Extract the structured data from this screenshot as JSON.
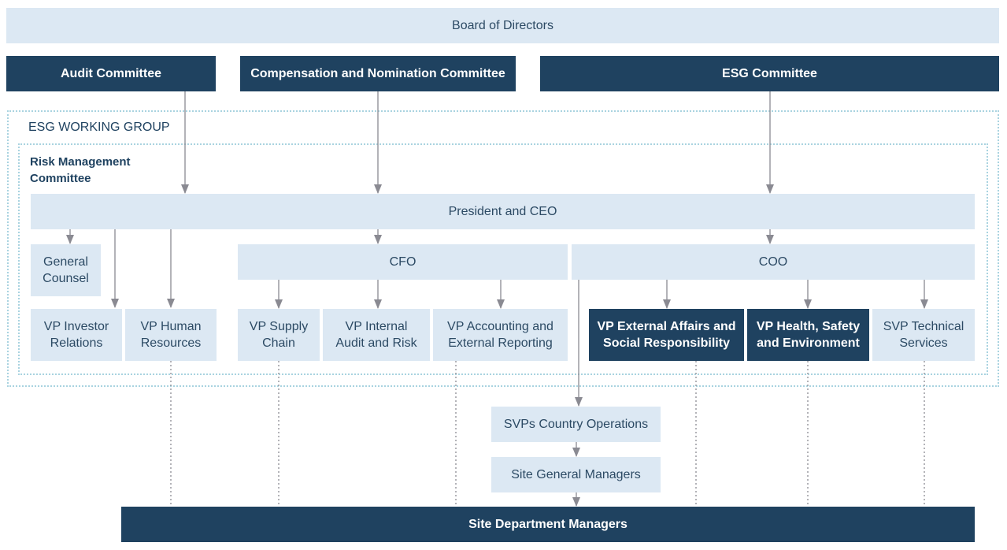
{
  "diagram": {
    "groups": {
      "esg_working_group": "ESG WORKING GROUP",
      "risk_management": "Risk Management\nCommittee"
    },
    "nodes": {
      "board": "Board of Directors",
      "audit_committee": "Audit Committee",
      "compensation_committee": "Compensation and Nomination Committee",
      "esg_committee": "ESG Committee",
      "president_ceo": "President and CEO",
      "general_counsel": "General\nCounsel",
      "cfo": "CFO",
      "coo": "COO",
      "vp_investor_relations": "VP Investor\nRelations",
      "vp_human_resources": "VP Human\nResources",
      "vp_supply_chain": "VP Supply\nChain",
      "vp_internal_audit": "VP Internal\nAudit and Risk",
      "vp_accounting": "VP Accounting and\nExternal Reporting",
      "vp_external_affairs": "VP External Affairs and\nSocial Responsibility",
      "vp_health_safety": "VP Health, Safety\nand Environment",
      "svp_technical": "SVP Technical\nServices",
      "svps_country_ops": "SVPs Country Operations",
      "site_general_managers": "Site General Managers",
      "site_department_managers": "Site Department Managers"
    },
    "colors": {
      "light_box": "#dce8f3",
      "dark_box": "#1f4260",
      "group_border": "#a9d3e0",
      "arrow": "#8a8a92"
    }
  }
}
